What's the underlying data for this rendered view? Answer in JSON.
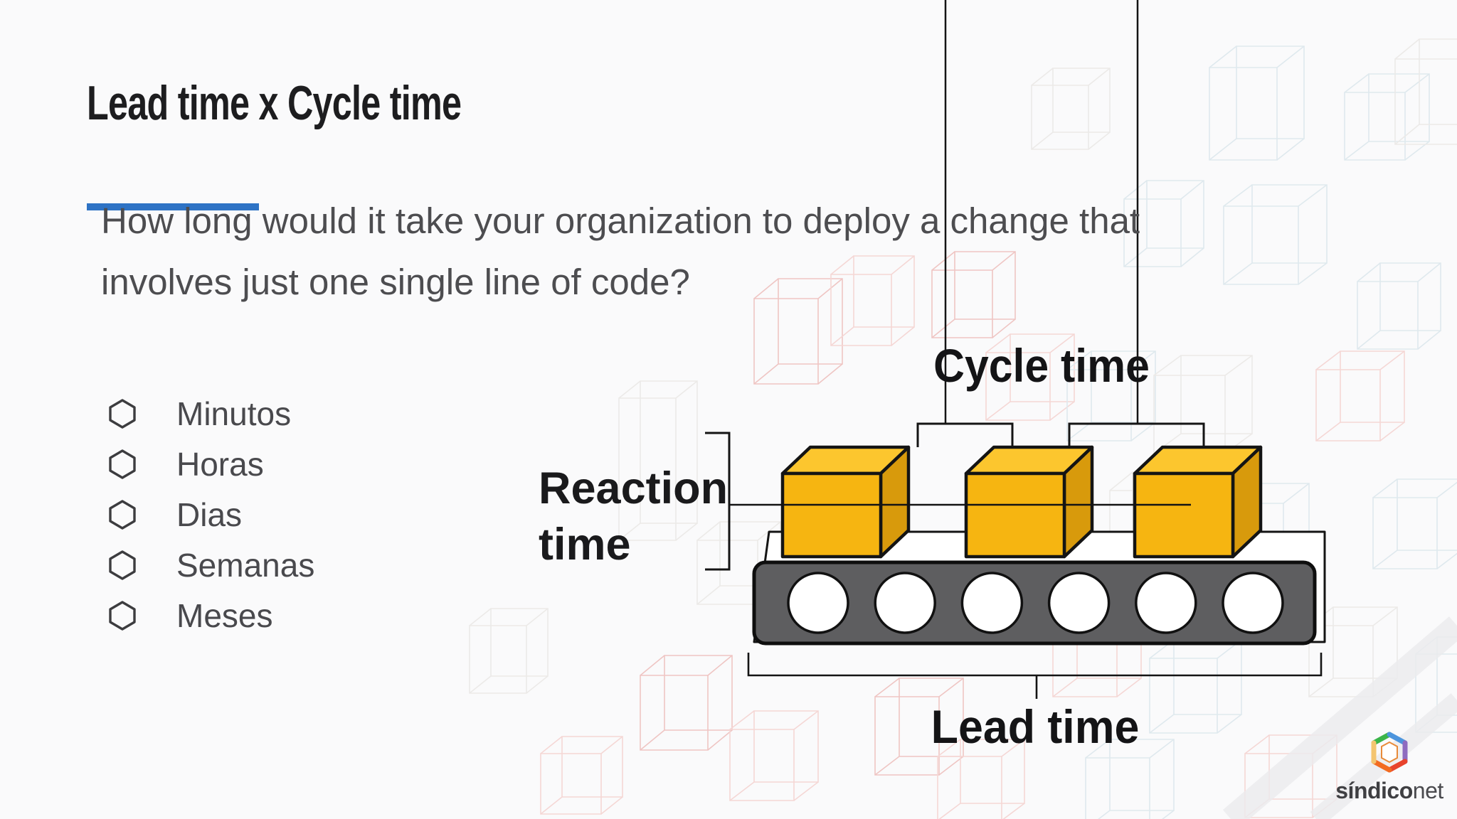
{
  "title": {
    "text": "Lead time x Cycle time"
  },
  "accent": {
    "underline_color": "#2e73c5"
  },
  "intro": {
    "line1": "How long would it take your organization to deploy a change that",
    "line2": "involves just one single line of code?"
  },
  "options": {
    "items": [
      {
        "label": "Minutos"
      },
      {
        "label": "Horas"
      },
      {
        "label": "Dias"
      },
      {
        "label": "Semanas"
      },
      {
        "label": "Meses"
      }
    ]
  },
  "diagram": {
    "cycle_label": "Cycle time",
    "reaction_label": "Reaction\ntime",
    "lead_label": "Lead time",
    "box_count": 3,
    "roller_count": 6,
    "box_front_color": "#F6B511",
    "box_top_color": "#FCC62E",
    "box_side_color": "#D89A0C",
    "belt_color": "#5e5e60",
    "outline_color": "#141414"
  },
  "logo": {
    "brand_bold": "síndico",
    "brand_regular": "net"
  }
}
